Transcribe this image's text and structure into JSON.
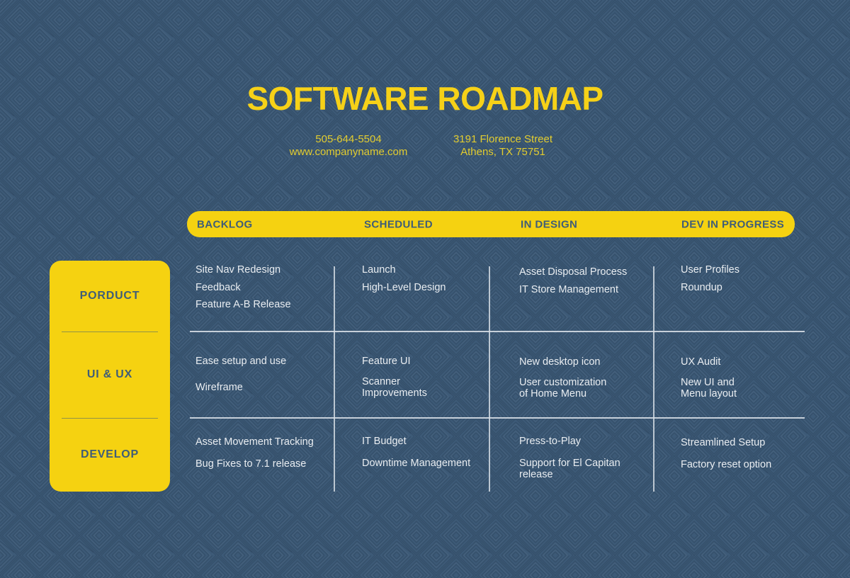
{
  "title": "SOFTWARE ROADMAP",
  "contact": {
    "phone": "505-644-5504",
    "website": "www.companyname.com",
    "address_line1": "3191 Florence Street",
    "address_line2": "Athens, TX 75751"
  },
  "colors": {
    "background": "#3D5A77",
    "accent_yellow": "#F5D211",
    "text_on_yellow": "#3F5D78",
    "cell_text": "#E9EDF1",
    "grid_line": "#D2DAE2",
    "contact_text": "#E2CC2F"
  },
  "board": {
    "columns": [
      {
        "label": "BACKLOG"
      },
      {
        "label": "SCHEDULED"
      },
      {
        "label": "IN DESIGN"
      },
      {
        "label": "DEV IN PROGRESS"
      }
    ],
    "rows": [
      {
        "label": "PORDUCT",
        "cells": [
          [
            "Site Nav Redesign",
            "Feedback",
            "Feature A-B Release"
          ],
          [
            "Launch",
            "High-Level Design"
          ],
          [
            "Asset Disposal Process",
            "IT Store Management"
          ],
          [
            "User Profiles",
            "Roundup"
          ]
        ]
      },
      {
        "label": "UI & UX",
        "cells": [
          [
            "Ease setup and use",
            "Wireframe"
          ],
          [
            "Feature UI",
            "Scanner\nImprovements"
          ],
          [
            "New desktop icon",
            "User customization\nof Home Menu"
          ],
          [
            "UX Audit",
            "New UI and\nMenu layout"
          ]
        ]
      },
      {
        "label": "DEVELOP",
        "cells": [
          [
            "Asset Movement Tracking",
            "Bug Fixes to 7.1 release"
          ],
          [
            "IT Budget",
            "Downtime Management"
          ],
          [
            "Press-to-Play",
            "Support for El Capitan\nrelease"
          ],
          [
            "Streamlined Setup",
            "Factory reset option"
          ]
        ]
      }
    ]
  }
}
